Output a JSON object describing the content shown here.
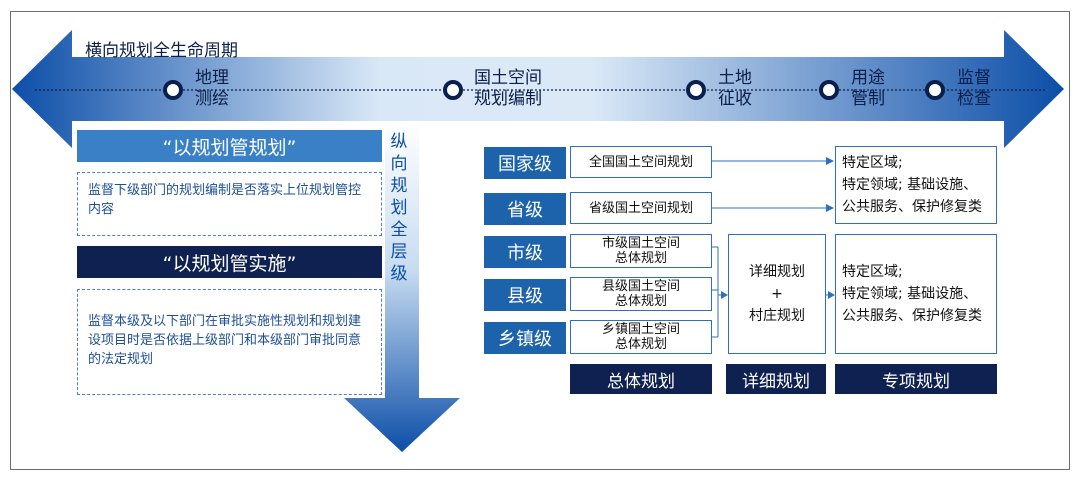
{
  "horizontal": {
    "title": "横向规划全生命周期",
    "stages": [
      {
        "line1": "地理",
        "line2": "测绘"
      },
      {
        "line1": "国土空间",
        "line2": "规划编制"
      },
      {
        "line1": "土地",
        "line2": "征收"
      },
      {
        "line1": "用途",
        "line2": "管制"
      },
      {
        "line1": "监督",
        "line2": "检查"
      }
    ]
  },
  "vertical": {
    "title": "纵向规划全层级"
  },
  "left_panel": {
    "banner1": "“以规划管规划”",
    "desc1": "监督下级部门的规划编制是否落实上位规划管控内容",
    "banner2": "“以规划管实施”",
    "desc2": "监督本级及以下部门在审批实施性规划和规划建设项目时是否依据上级部门和本级部门审批同意的法定规划"
  },
  "levels": [
    {
      "label": "国家级",
      "plan": "全国国土空间规划"
    },
    {
      "label": "省级",
      "plan": "省级国土空间规划"
    },
    {
      "label": "市级",
      "plan": "市级国土空间\n总体规划"
    },
    {
      "label": "县级",
      "plan": "县级国土空间\n总体规划"
    },
    {
      "label": "乡镇级",
      "plan": "乡镇国土空间\n总体规划"
    }
  ],
  "detailed": {
    "line1": "详细规划",
    "line2": "+",
    "line3": "村庄规划"
  },
  "special_top": {
    "line1": "特定区域;",
    "line2": "特定领域; 基础设施、",
    "line3": "公共服务、保护修复类"
  },
  "special_bottom": {
    "line1": "特定区域;",
    "line2": "特定领域; 基础设施、",
    "line3": "公共服务、保护修复类"
  },
  "footer": {
    "overall": "总体规划",
    "detailed": "详细规划",
    "special": "专项规划"
  },
  "colors": {
    "arrow_dark": "#0c4ea8",
    "navy": "#0f2150",
    "level_blue": "#1c63ab",
    "banner_light": "#3a80c7",
    "box_border": "#2f6fbf"
  }
}
